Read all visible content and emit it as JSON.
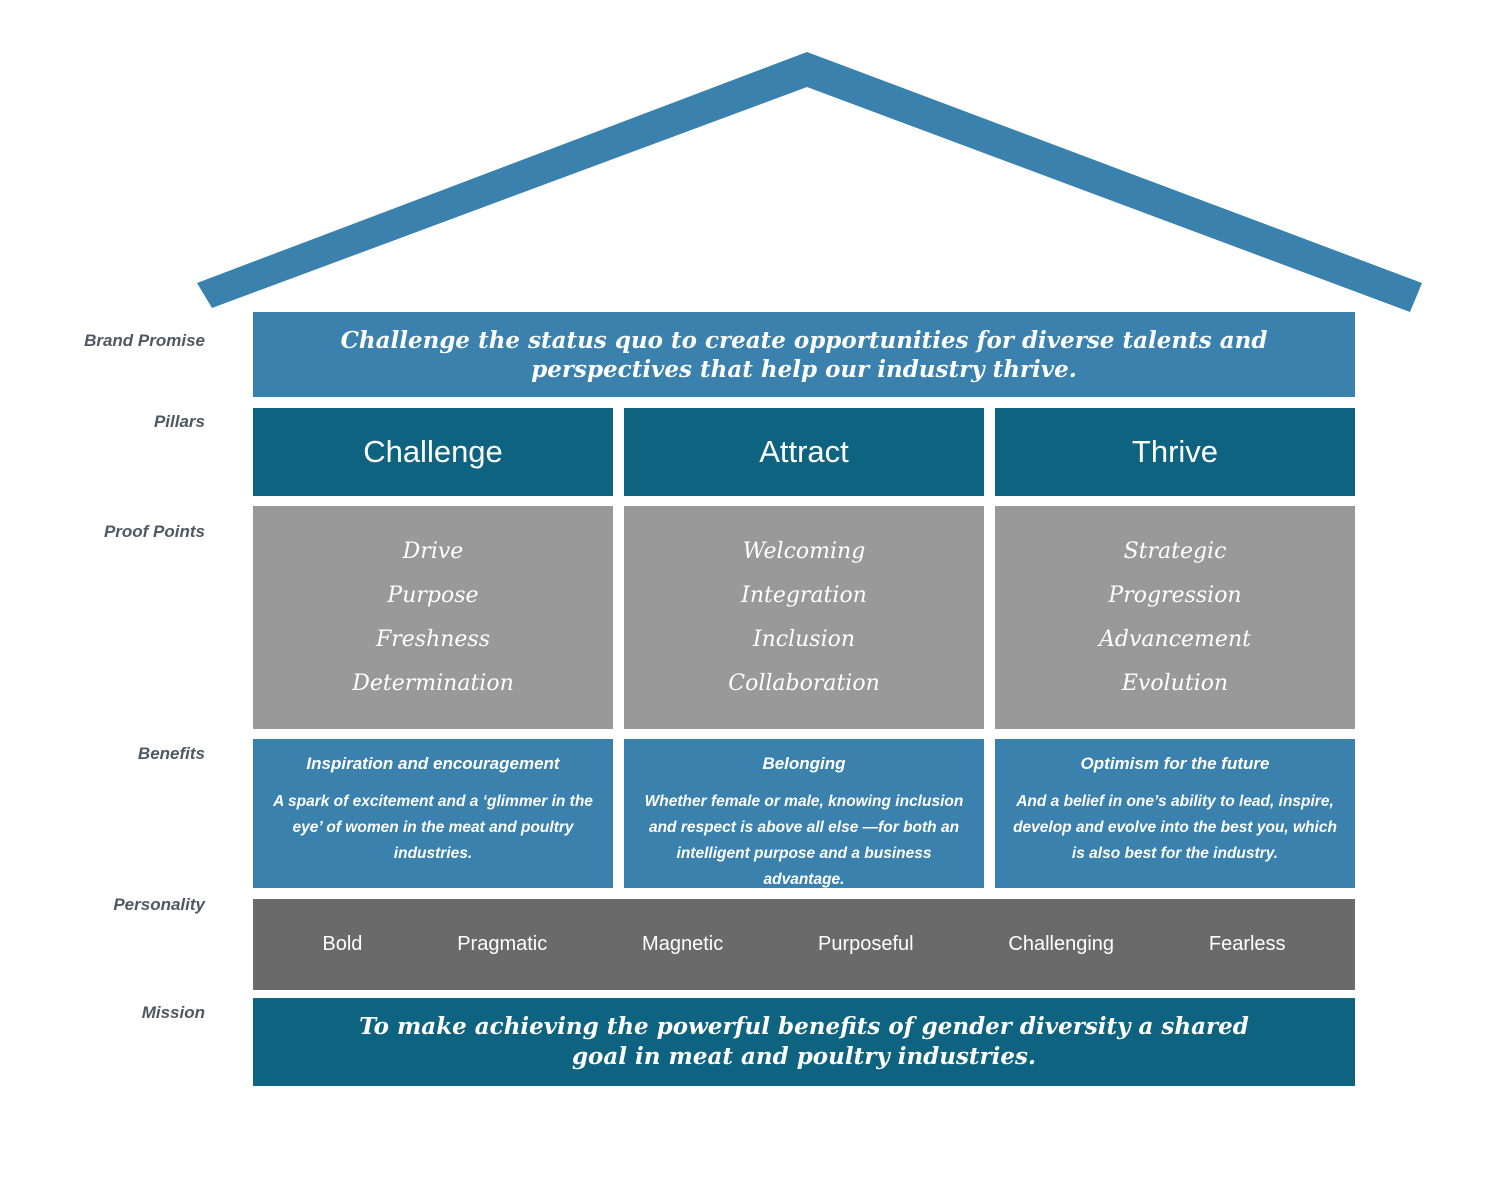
{
  "palette": {
    "blue": "#3a81ae",
    "teal": "#0e6380",
    "proof_gray": "#9a999a",
    "personality_gray": "#6a6a6a",
    "label_color": "#4f5963"
  },
  "side_labels": {
    "brand_promise": "Brand Promise",
    "pillars": "Pillars",
    "proof_points": "Proof Points",
    "benefits": "Benefits",
    "personality": "Personality",
    "mission": "Mission"
  },
  "brand_promise": {
    "line1": "Challenge the status quo to create opportunities for diverse talents and",
    "line2": "perspectives that help our industry thrive."
  },
  "pillars": [
    "Challenge",
    "Attract",
    "Thrive"
  ],
  "proof_points": [
    [
      "Drive",
      "Purpose",
      "Freshness",
      "Determination"
    ],
    [
      "Welcoming",
      "Integration",
      "Inclusion",
      "Collaboration"
    ],
    [
      "Strategic",
      "Progression",
      "Advancement",
      "Evolution"
    ]
  ],
  "benefits": [
    {
      "title": "Inspiration and encouragement",
      "body": "A spark of excitement and a ‘glimmer in the eye’ of women in the meat and poultry industries."
    },
    {
      "title": "Belonging",
      "body": "Whether female or male, knowing inclusion and respect is above all else —for both an intelligent purpose and a business advantage."
    },
    {
      "title": "Optimism for the future",
      "body": "And a belief in one’s ability to lead, inspire, develop and evolve into the best you, which is also best for the industry."
    }
  ],
  "personality": [
    "Bold",
    "Pragmatic",
    "Magnetic",
    "Purposeful",
    "Challenging",
    "Fearless"
  ],
  "mission": {
    "line1": "To make achieving the powerful benefits of gender diversity a shared",
    "line2": "goal in meat and poultry industries."
  }
}
